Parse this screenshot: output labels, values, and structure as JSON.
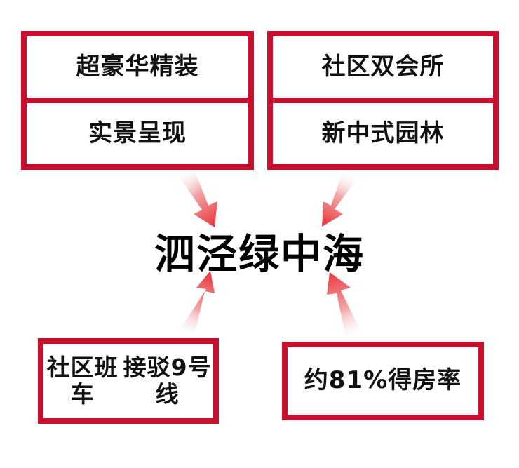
{
  "center": {
    "title": "泗泾绿中海"
  },
  "boxes": {
    "top_left": {
      "line1": "超豪华精装",
      "line2": "实景呈现"
    },
    "top_right": {
      "line1": "社区双会所",
      "line2": "新中式园林"
    },
    "bottom_left": {
      "line1": "社区班车",
      "line2": "接驳9号线"
    },
    "bottom_right": {
      "line1": "约81%得房率"
    }
  },
  "colors": {
    "box_border": "#c8102e",
    "arrow_head": "#e8373c",
    "arrow_tail": "#ffffff"
  }
}
